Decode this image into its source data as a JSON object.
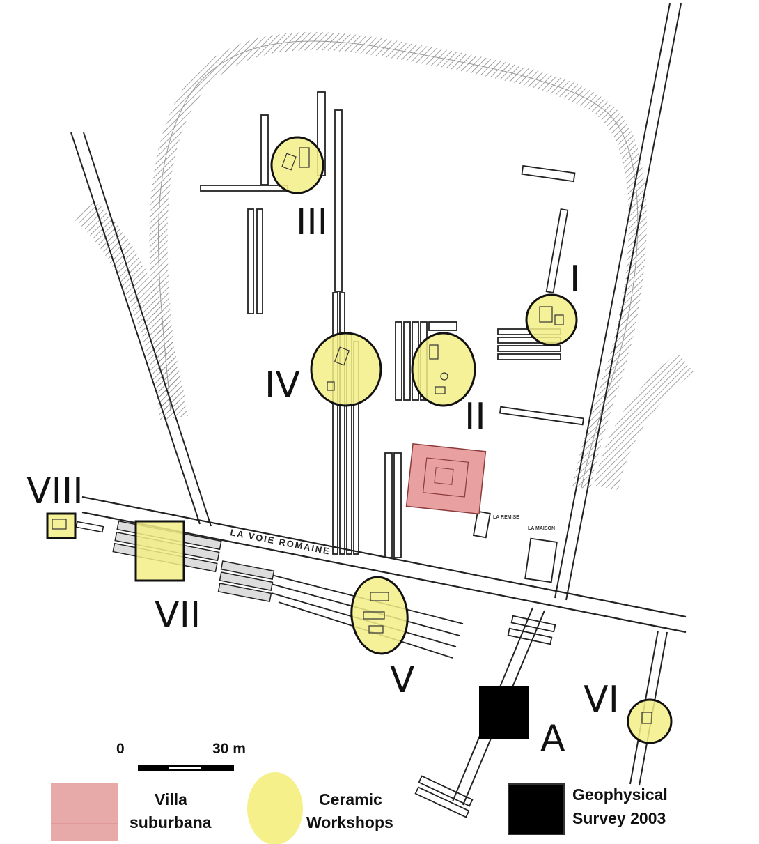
{
  "map": {
    "road_label": "LA VOIE ROMAINE",
    "small_labels": [
      "LA REMISE",
      "LA MAISON"
    ],
    "sites": [
      {
        "id": "I",
        "label": "I"
      },
      {
        "id": "II",
        "label": "II"
      },
      {
        "id": "III",
        "label": "III"
      },
      {
        "id": "IV",
        "label": "IV"
      },
      {
        "id": "V",
        "label": "V"
      },
      {
        "id": "VI",
        "label": "VI"
      },
      {
        "id": "VII",
        "label": "VII"
      },
      {
        "id": "VIII",
        "label": "VIII"
      },
      {
        "id": "A",
        "label": "A"
      }
    ]
  },
  "scale_bar": {
    "start_label": "0",
    "end_label": "30 m"
  },
  "legend": {
    "villa": {
      "line1": "Villa",
      "line2": "suburbana",
      "color": "#e8a9a9"
    },
    "ceramic": {
      "line1": "Ceramic",
      "line2": "Workshops",
      "color": "#f5f08a"
    },
    "survey": {
      "line1": "Geophysical",
      "line2": "Survey 2003",
      "color": "#000000"
    }
  }
}
